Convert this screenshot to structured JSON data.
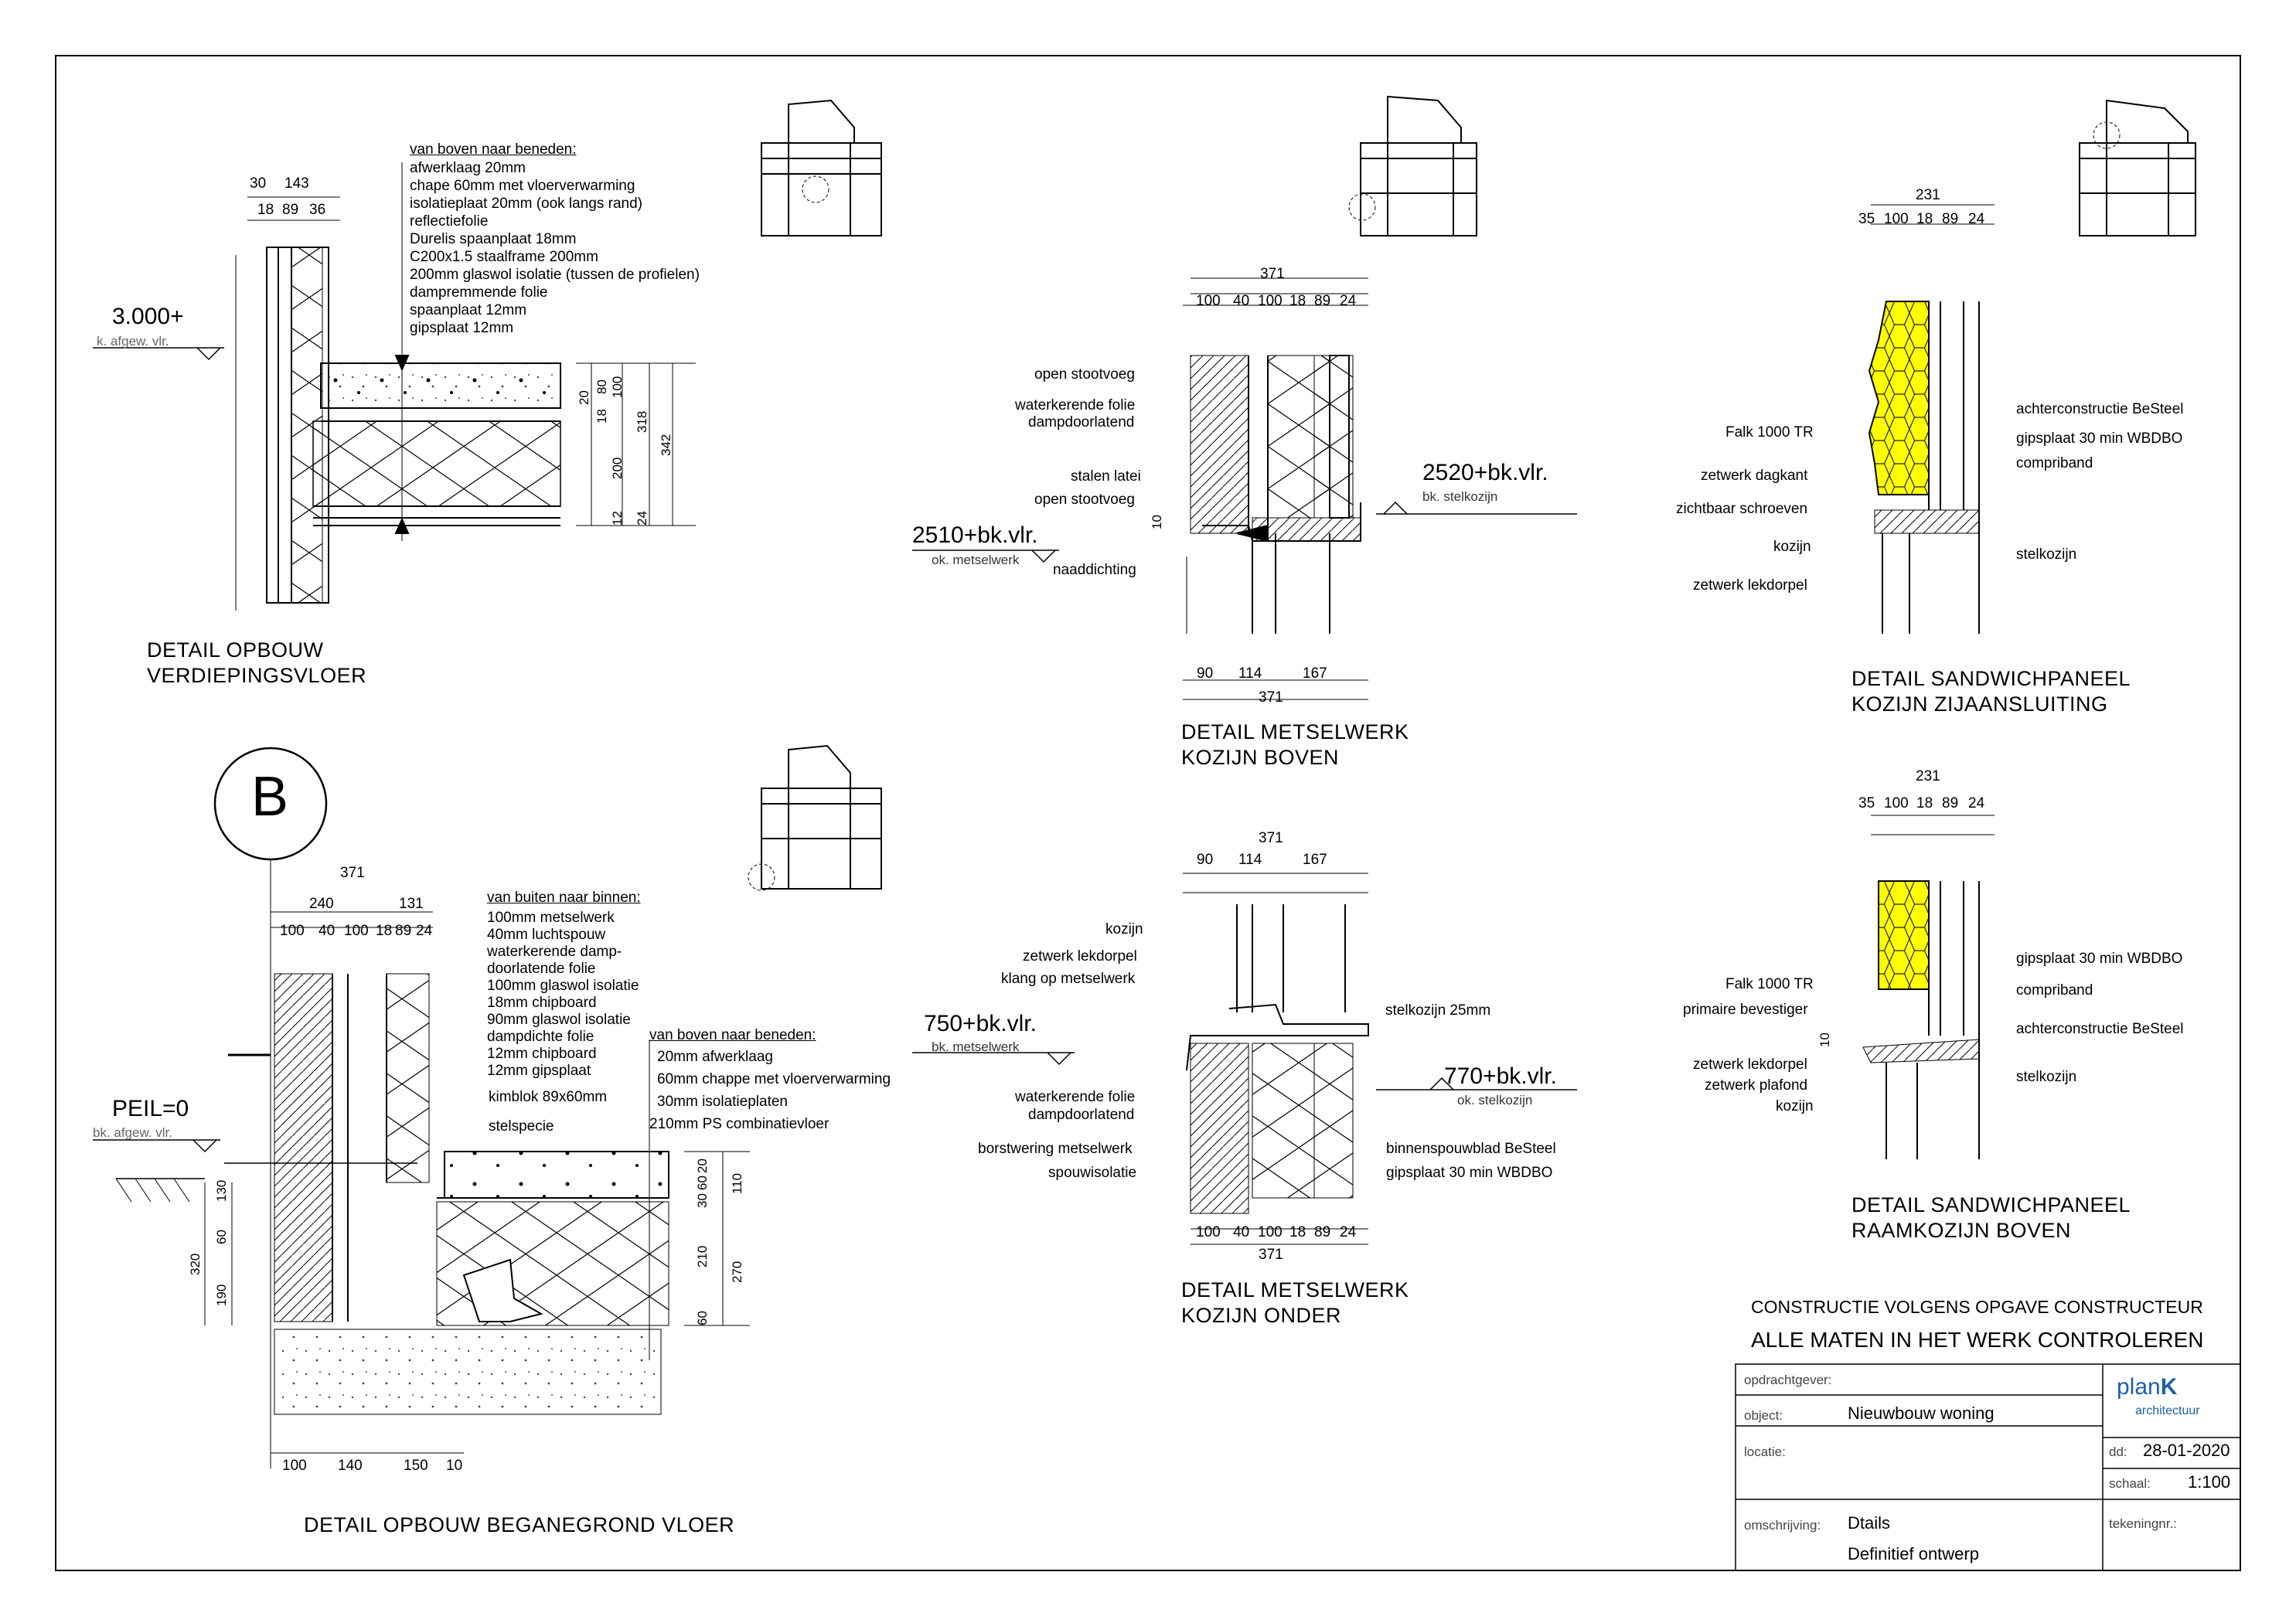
{
  "floor": {
    "dims_top": [
      "30",
      "143"
    ],
    "dims_sub": [
      "18",
      "89",
      "36"
    ],
    "level": "3.000+",
    "level_sub": "k. afgew. vlr.",
    "spec_heading": "van boven naar beneden:",
    "spec": [
      "afwerklaag 20mm",
      "chape 60mm met vloerverwarming",
      "isolatieplaat 20mm (ook langs rand)",
      "reflectiefolie",
      "Durelis spaanplaat 18mm",
      "C200x1.5 staalframe 200mm",
      "200mm glaswol isolatie (tussen de profielen)",
      "dampremmende folie",
      "spaanplaat 12mm",
      "gipsplaat 12mm"
    ],
    "vdims": [
      "20",
      "80",
      "100",
      "18",
      "318",
      "342",
      "200",
      "12",
      "24"
    ],
    "title": [
      "DETAIL OPBOUW",
      "VERDIEPINGSVLOER"
    ]
  },
  "ground": {
    "marker": "B",
    "dim_total": "371",
    "dims_a": [
      "240",
      "131"
    ],
    "dims_b": [
      "100",
      "40",
      "100",
      "18",
      "89",
      "24"
    ],
    "spec_heading": "van buiten naar binnen:",
    "spec": [
      "100mm metselwerk",
      "40mm luchtspouw",
      "waterkerende damp-",
      "doorlatende folie",
      "100mm glaswol isolatie",
      "18mm chipboard",
      "90mm glaswol isolatie",
      "dampdichte folie",
      "12mm chipboard",
      "12mm gipsplaat"
    ],
    "floor_heading": "van boven naar beneden:",
    "floor_spec": [
      "20mm afwerklaag",
      "60mm chappe met vloerverwarming",
      "30mm isolatieplaten",
      "210mm PS combinatievloer"
    ],
    "level": "PEIL=0",
    "level_sub": "bk. afgew. vlr.",
    "kimblok": "kimblok 89x60mm",
    "stelspecie": "stelspecie",
    "vdims_left": [
      "130",
      "60",
      "190",
      "320"
    ],
    "vdims_right": [
      "30",
      "60",
      "20",
      "110",
      "210",
      "270",
      "60"
    ],
    "bottom_dims": [
      "100",
      "140",
      "150",
      "10"
    ],
    "title": "DETAIL OPBOUW BEGANEGROND VLOER"
  },
  "brick_top": {
    "dim_total": "371",
    "dims": [
      "100",
      "40",
      "100",
      "18",
      "89",
      "24"
    ],
    "labels": [
      "open stootvoeg",
      "waterkerende folie",
      "dampdoorlatend",
      "stalen latei",
      "open stootvoeg",
      "naaddichting"
    ],
    "level_left": "2510+bk.vlr.",
    "level_left_sub": "ok. metselwerk",
    "level_right": "2520+bk.vlr.",
    "level_right_sub": "bk. stelkozijn",
    "small_dim": "10",
    "bottom_dims": [
      "90",
      "114",
      "167"
    ],
    "bottom_total": "371",
    "title": [
      "DETAIL METSELWERK",
      "KOZIJN BOVEN"
    ]
  },
  "brick_bottom": {
    "dim_total": "371",
    "dims_top": [
      "90",
      "114",
      "167"
    ],
    "labels_left": [
      "kozijn",
      "zetwerk lekdorpel",
      "klang op metselwerk"
    ],
    "level_left": "750+bk.vlr.",
    "level_left_sub": "bk. metselwerk",
    "stelkozijn": "stelkozijn 25mm",
    "level_right": "770+bk.vlr.",
    "level_right_sub": "ok. stelkozijn",
    "labels_left2": [
      "waterkerende folie",
      "dampdoorlatend",
      "borstwering metselwerk",
      "spouwisolatie"
    ],
    "labels_right": [
      "binnenspouwblad BeSteel",
      "gipsplaat 30 min WBDBO"
    ],
    "bottom_dims": [
      "100",
      "40",
      "100",
      "18",
      "89",
      "24"
    ],
    "bottom_total": "371",
    "title": [
      "DETAIL METSELWERK",
      "KOZIJN ONDER"
    ]
  },
  "sandwich_side": {
    "dim_total": "231",
    "dims": [
      "35",
      "100",
      "18",
      "89",
      "24"
    ],
    "labels_left": [
      "Falk 1000 TR",
      "zetwerk dagkant",
      "zichtbaar schroeven",
      "kozijn",
      "zetwerk lekdorpel"
    ],
    "labels_right": [
      "achterconstructie BeSteel",
      "gipsplaat 30 min WBDBO",
      "compriband",
      "stelkozijn"
    ],
    "title": [
      "DETAIL SANDWICHPANEEL",
      "KOZIJN ZIJAANSLUITING"
    ]
  },
  "sandwich_top": {
    "dim_total": "231",
    "dims": [
      "35",
      "100",
      "18",
      "89",
      "24"
    ],
    "labels_left": [
      "Falk 1000 TR",
      "primaire bevestiger",
      "zetwerk lekdorpel",
      "zetwerk plafond",
      "kozijn"
    ],
    "small_dim": "10",
    "labels_right": [
      "gipsplaat 30 min WBDBO",
      "compriband",
      "achterconstructie BeSteel",
      "stelkozijn"
    ],
    "title": [
      "DETAIL SANDWICHPANEEL",
      "RAAMKOZIJN BOVEN"
    ]
  },
  "notes": {
    "line1": "CONSTRUCTIE VOLGENS OPGAVE CONSTRUCTEUR",
    "line2": "ALLE MATEN IN HET WERK CONTROLEREN"
  },
  "titleblock": {
    "client_label": "opdrachtgever:",
    "client_value": "",
    "object_label": "object:",
    "object_value": "Nieuwbouw woning",
    "location_label": "locatie:",
    "date_label": "dd:",
    "date_value": "28-01-2020",
    "scale_label": "schaal:",
    "scale_value": "1:100",
    "desc_label": "omschrijving:",
    "desc_value1": "Dtails",
    "desc_value2": "Definitief ontwerp",
    "drawing_label": "tekeningnr.:",
    "logo_main": "plan",
    "logo_k": "K",
    "logo_sub": "architectuur"
  },
  "colors": {
    "insulation_yellow": "#ffff00",
    "logo_blue": "#1f5fa8",
    "line": "#000000"
  }
}
